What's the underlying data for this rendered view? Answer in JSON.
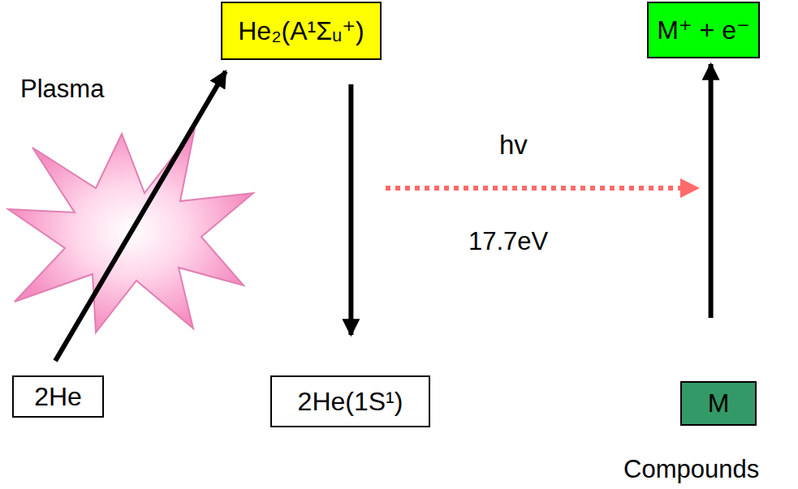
{
  "diagram": {
    "nodes": [
      {
        "text": [
          "He₂(A¹Σᵤ⁺)"
        ]
      },
      {
        "text": [
          "M⁺ + e⁻"
        ]
      },
      {
        "text": [
          "2He"
        ]
      },
      {
        "text": [
          "2He(1S¹)"
        ]
      },
      {
        "text": [
          "M"
        ]
      }
    ],
    "edges": [
      {
        "from": 2,
        "to": 0,
        "arrow": "to"
      },
      {
        "from": 0,
        "to": 3,
        "arrow": "to"
      },
      {
        "from": 4,
        "to": 1,
        "arrow": "to"
      }
    ],
    "labels": [
      "Plasma",
      "hv",
      "17.7eV",
      "Compounds"
    ]
  }
}
